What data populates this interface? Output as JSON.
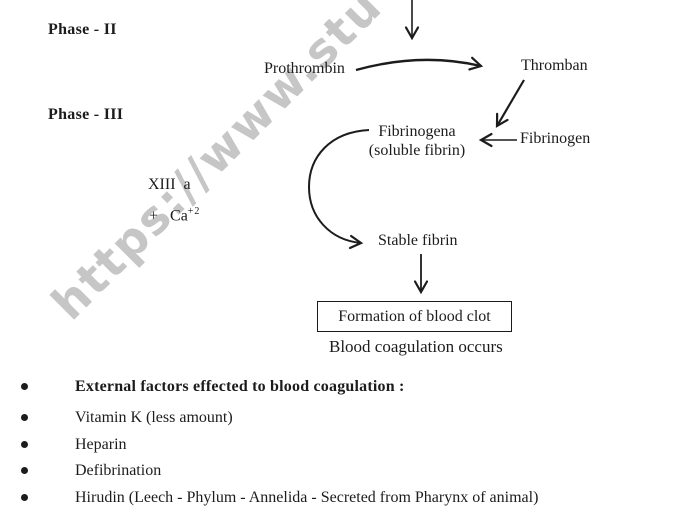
{
  "watermark": {
    "text": "https://www.stu",
    "color": "#c6c6c6"
  },
  "diagram": {
    "phase2": "Phase - II",
    "phase3": "Phase - III",
    "prothrombin": "Prothrombin",
    "thromban": "Thromban",
    "fibrinogena": "Fibrinogena",
    "soluble_fibrin": "(soluble fibrin)",
    "fibrinogen": "Fibrinogen",
    "xiii_a": "XIII  a",
    "plus_ca": "+   Ca",
    "ca_superscript": "+2",
    "stable_fibrin": "Stable fibrin",
    "clot_box": "Formation of blood clot",
    "caption": "Blood coagulation occurs"
  },
  "arrows": {
    "color": "#1c1c1c",
    "names": [
      "arrow-down-to-prothrombin-reaction",
      "arrow-prothrombin-to-thromban",
      "arrow-thromban-to-fibrinogena",
      "arrow-fibrinogen-to-fibrinogena",
      "arrow-fibrinogena-to-stable-fibrin",
      "arrow-stable-fibrin-to-clot-box"
    ]
  },
  "bullets": [
    {
      "label": "External factors effected to blood coagulation :"
    },
    {
      "label": "Vitamin K (less amount)"
    },
    {
      "label": "Heparin"
    },
    {
      "label": "Defibrination"
    },
    {
      "label": "Hirudin (Leech - Phylum - Annelida - Secreted from Pharynx of animal)"
    }
  ]
}
